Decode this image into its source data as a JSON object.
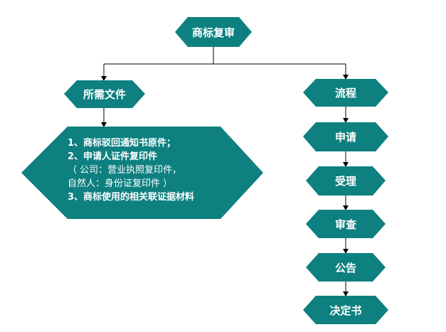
{
  "colors": {
    "node_fill": "#0e8080",
    "connector": "#000000",
    "background": "#ffffff"
  },
  "root": {
    "label": "商标复审"
  },
  "left_branch": {
    "title": "所需文件",
    "items": [
      "1、商标驳回通知书原件；",
      "2、申请人证件复印件",
      "（ 公司：营业执照复印件，",
      "自然人：身份证复印件 ）",
      "3、商标使用的相关联证据材料"
    ]
  },
  "right_branch": {
    "title": "流程",
    "steps": [
      "申请",
      "受理",
      "审查",
      "公告",
      "决定书"
    ]
  }
}
